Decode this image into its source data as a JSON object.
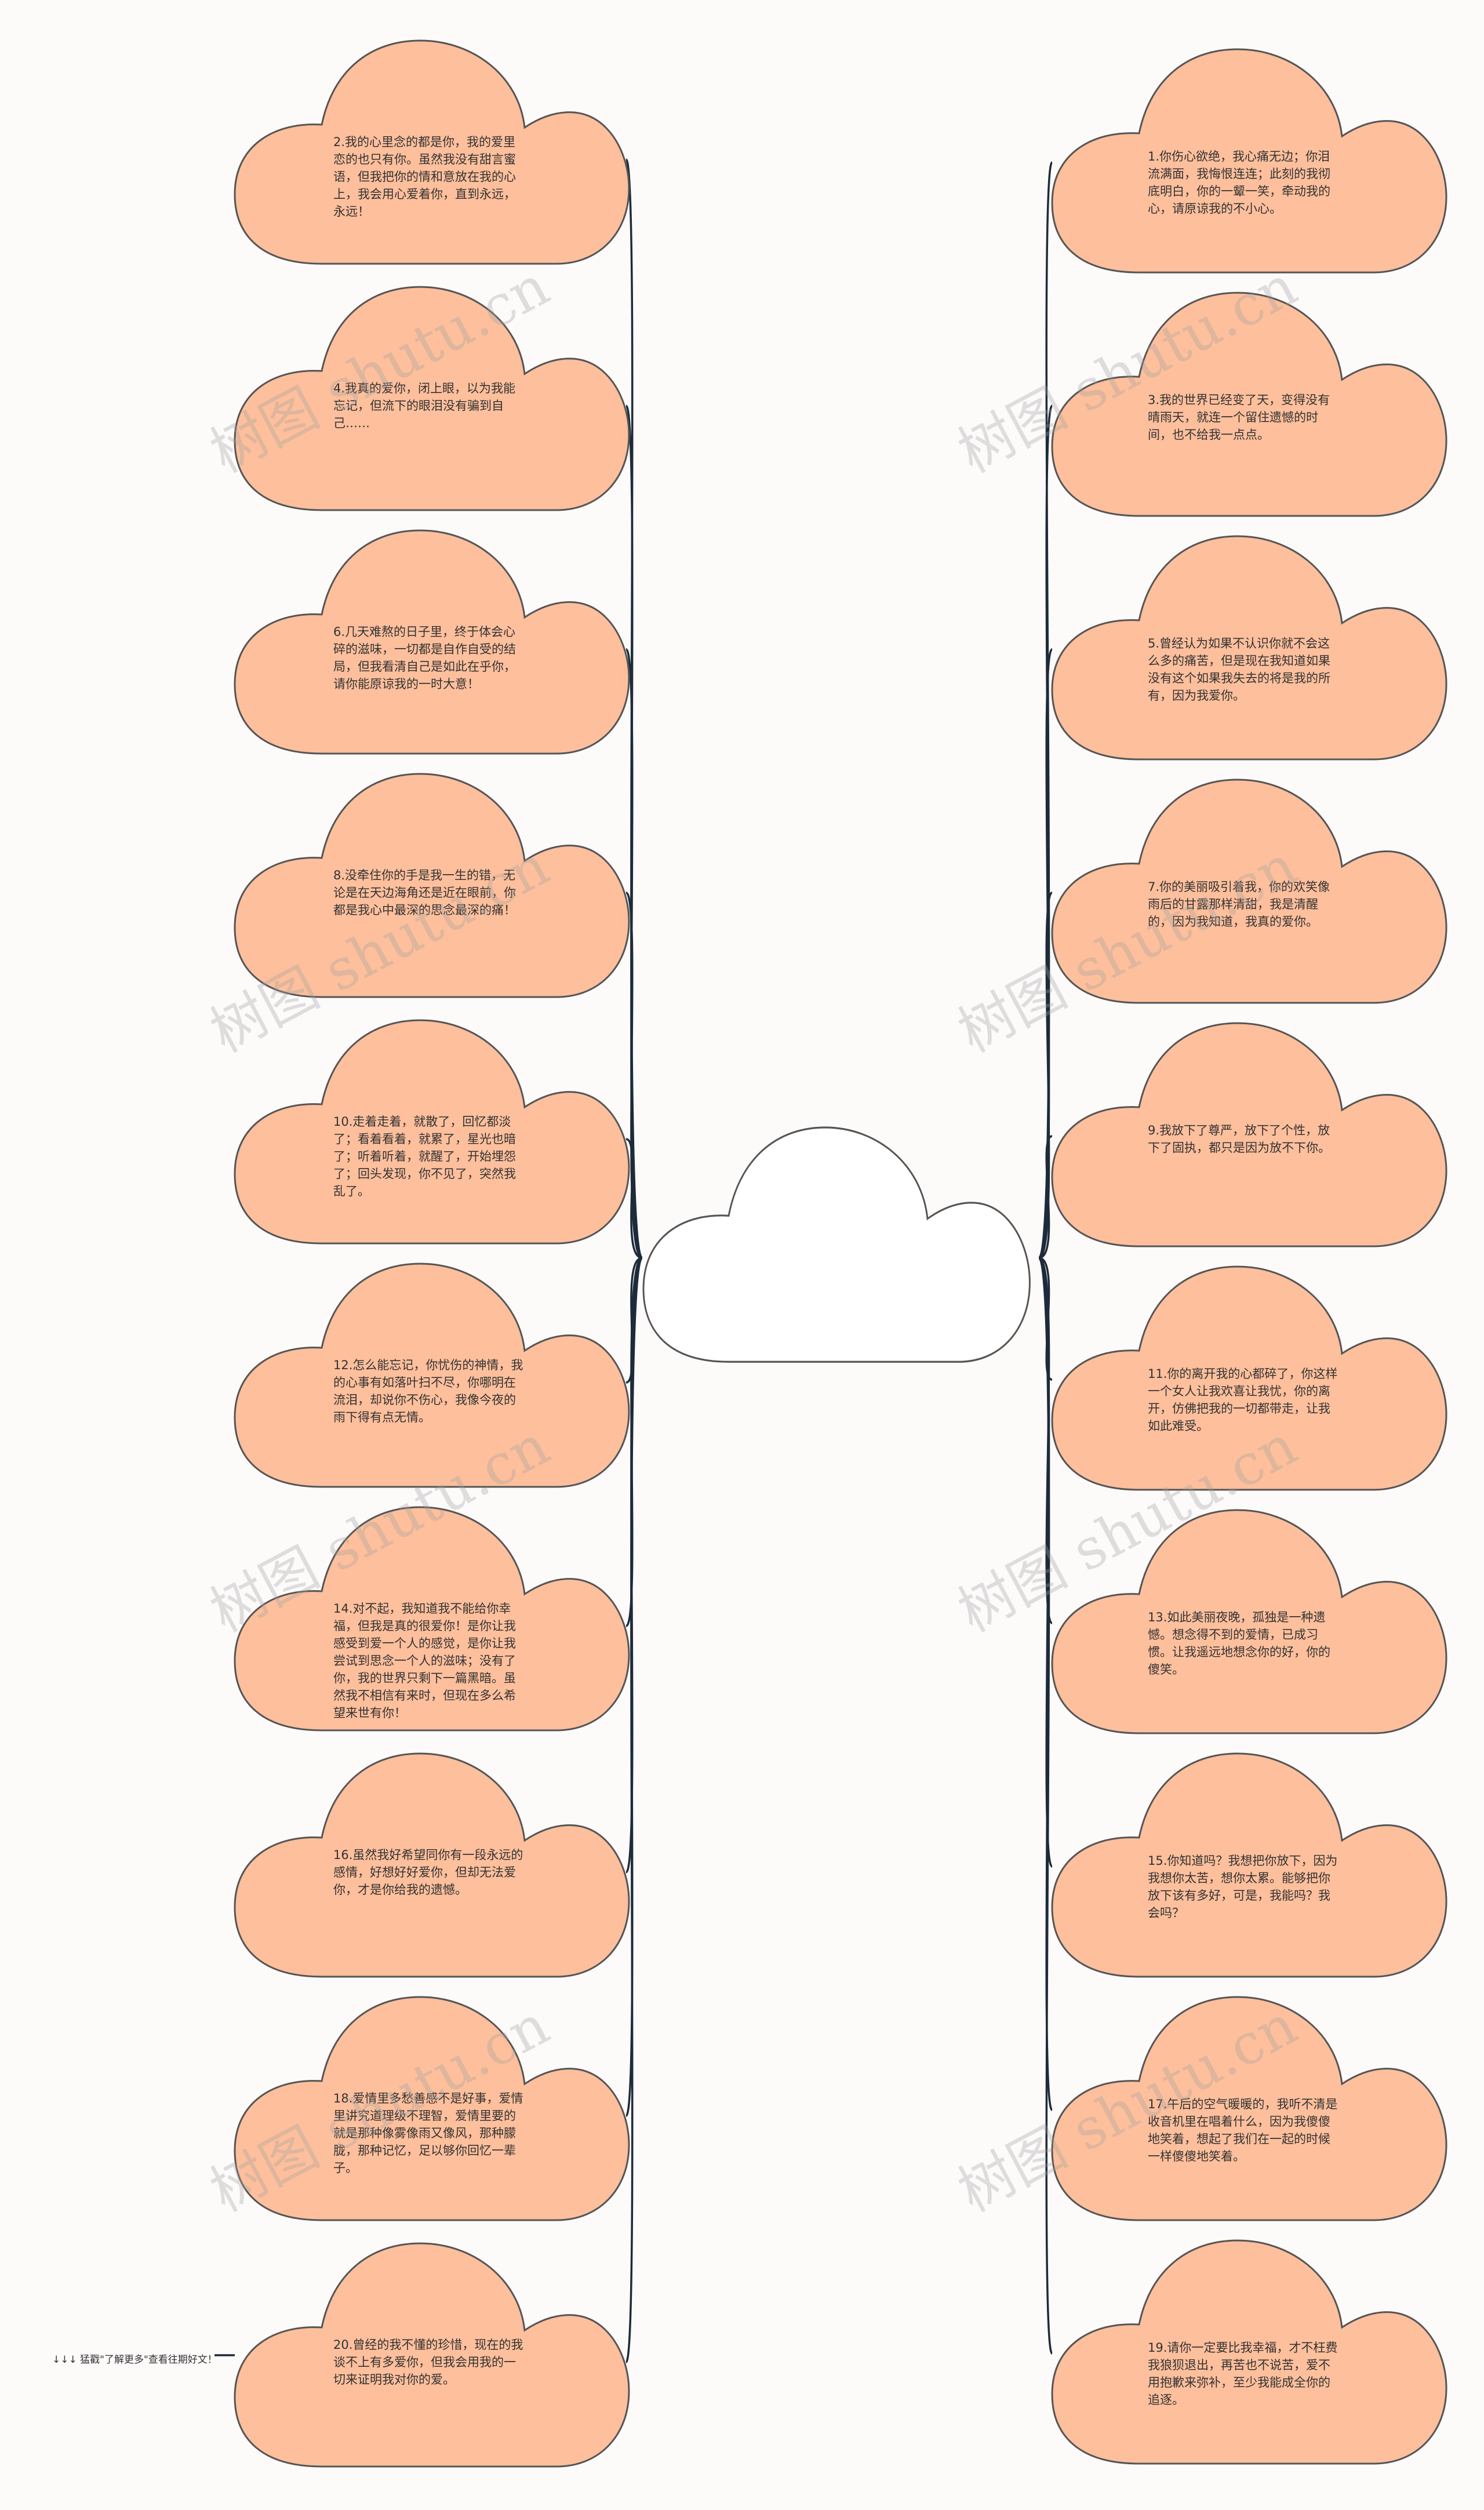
{
  "center": {
    "title": ""
  },
  "colors": {
    "cloud_fill": "#fdbf9c",
    "cloud_stroke": "#555555",
    "center_fill": "#ffffff",
    "line": "#1d2b3a"
  },
  "left_nodes": [
    {
      "text": "2.我的心里念的都是你，我的爱里恋的也只有你。虽然我没有甜言蜜语，但我把你的情和意放在我的心上，我会用心爱着你，直到永远，永远！"
    },
    {
      "text": "4.我真的爱你，闭上眼，以为我能忘记，但流下的眼泪没有骗到自己……"
    },
    {
      "text": "6.几天难熬的日子里，终于体会心碎的滋味，一切都是自作自受的结局，但我看清自己是如此在乎你，请你能原谅我的一时大意！"
    },
    {
      "text": "8.没牵住你的手是我一生的错，无论是在天边海角还是近在眼前，你都是我心中最深的思念最深的痛！"
    },
    {
      "text": "10.走着走着，就散了，回忆都淡了；看着看着，就累了，星光也暗了；听着听着，就醒了，开始埋怨了；回头发现，你不见了，突然我乱了。"
    },
    {
      "text": "12.怎么能忘记，你忧伤的神情，我的心事有如落叶扫不尽，你哪明在流泪，却说你不伤心，我像今夜的雨下得有点无情。"
    },
    {
      "text": "14.对不起，我知道我不能给你幸福，但我是真的很爱你！是你让我感受到爱一个人的感觉，是你让我尝试到思念一个人的滋味；没有了你，我的世界只剩下一篇黑暗。虽然我不相信有来时，但现在多么希望来世有你！"
    },
    {
      "text": "16.虽然我好希望同你有一段永远的感情，好想好好爱你，但却无法爱你，才是你给我的遗憾。"
    },
    {
      "text": "18.爱情里多愁善感不是好事，爱情里讲究道理级不理智，爱情里要的就是那种像雾像雨又像风，那种朦胧，那种记忆，足以够你回忆一辈子。"
    },
    {
      "text": "20.曾经的我不懂的珍惜，现在的我谈不上有多爱你，但我会用我的一切来证明我对你的爱。"
    }
  ],
  "right_nodes": [
    {
      "text": "1.你伤心欲绝，我心痛无边；你泪流满面，我悔恨连连；此刻的我彻底明白，你的一颦一笑，牵动我的心，请原谅我的不小心。"
    },
    {
      "text": "3.我的世界已经变了天，变得没有晴雨天，就连一个留住遗憾的时间，也不给我一点点。"
    },
    {
      "text": "5.曾经认为如果不认识你就不会这么多的痛苦，但是现在我知道如果没有这个如果我失去的将是我的所有，因为我爱你。"
    },
    {
      "text": "7.你的美丽吸引着我，你的欢笑像雨后的甘露那样清甜，我是清醒的，因为我知道，我真的爱你。"
    },
    {
      "text": "9.我放下了尊严，放下了个性，放下了固执，都只是因为放不下你。"
    },
    {
      "text": "11.你的离开我的心都碎了，你这样一个女人让我欢喜让我忧，你的离开，仿佛把我的一切都带走，让我如此难受。"
    },
    {
      "text": "13.如此美丽夜晚，孤独是一种遗憾。想念得不到的爱情，已成习惯。让我遥远地想念你的好，你的傻笑。"
    },
    {
      "text": "15.你知道吗？我想把你放下，因为我想你太苦，想你太累。能够把你放下该有多好，可是，我能吗？我会吗？"
    },
    {
      "text": "17.午后的空气暖暖的，我听不清是收音机里在唱着什么，因为我傻傻地笑着，想起了我们在一起的时候一样傻傻地笑着。"
    },
    {
      "text": "19.请你一定要比我幸福，才不枉费我狼狈退出，再苦也不说苦，爱不用抱歉来弥补，至少我能成全你的追逐。"
    }
  ],
  "footer": {
    "note": "↓↓↓ 猛戳\"了解更多\"查看往期好文！"
  },
  "watermark": {
    "text": "树图 shutu.cn"
  }
}
